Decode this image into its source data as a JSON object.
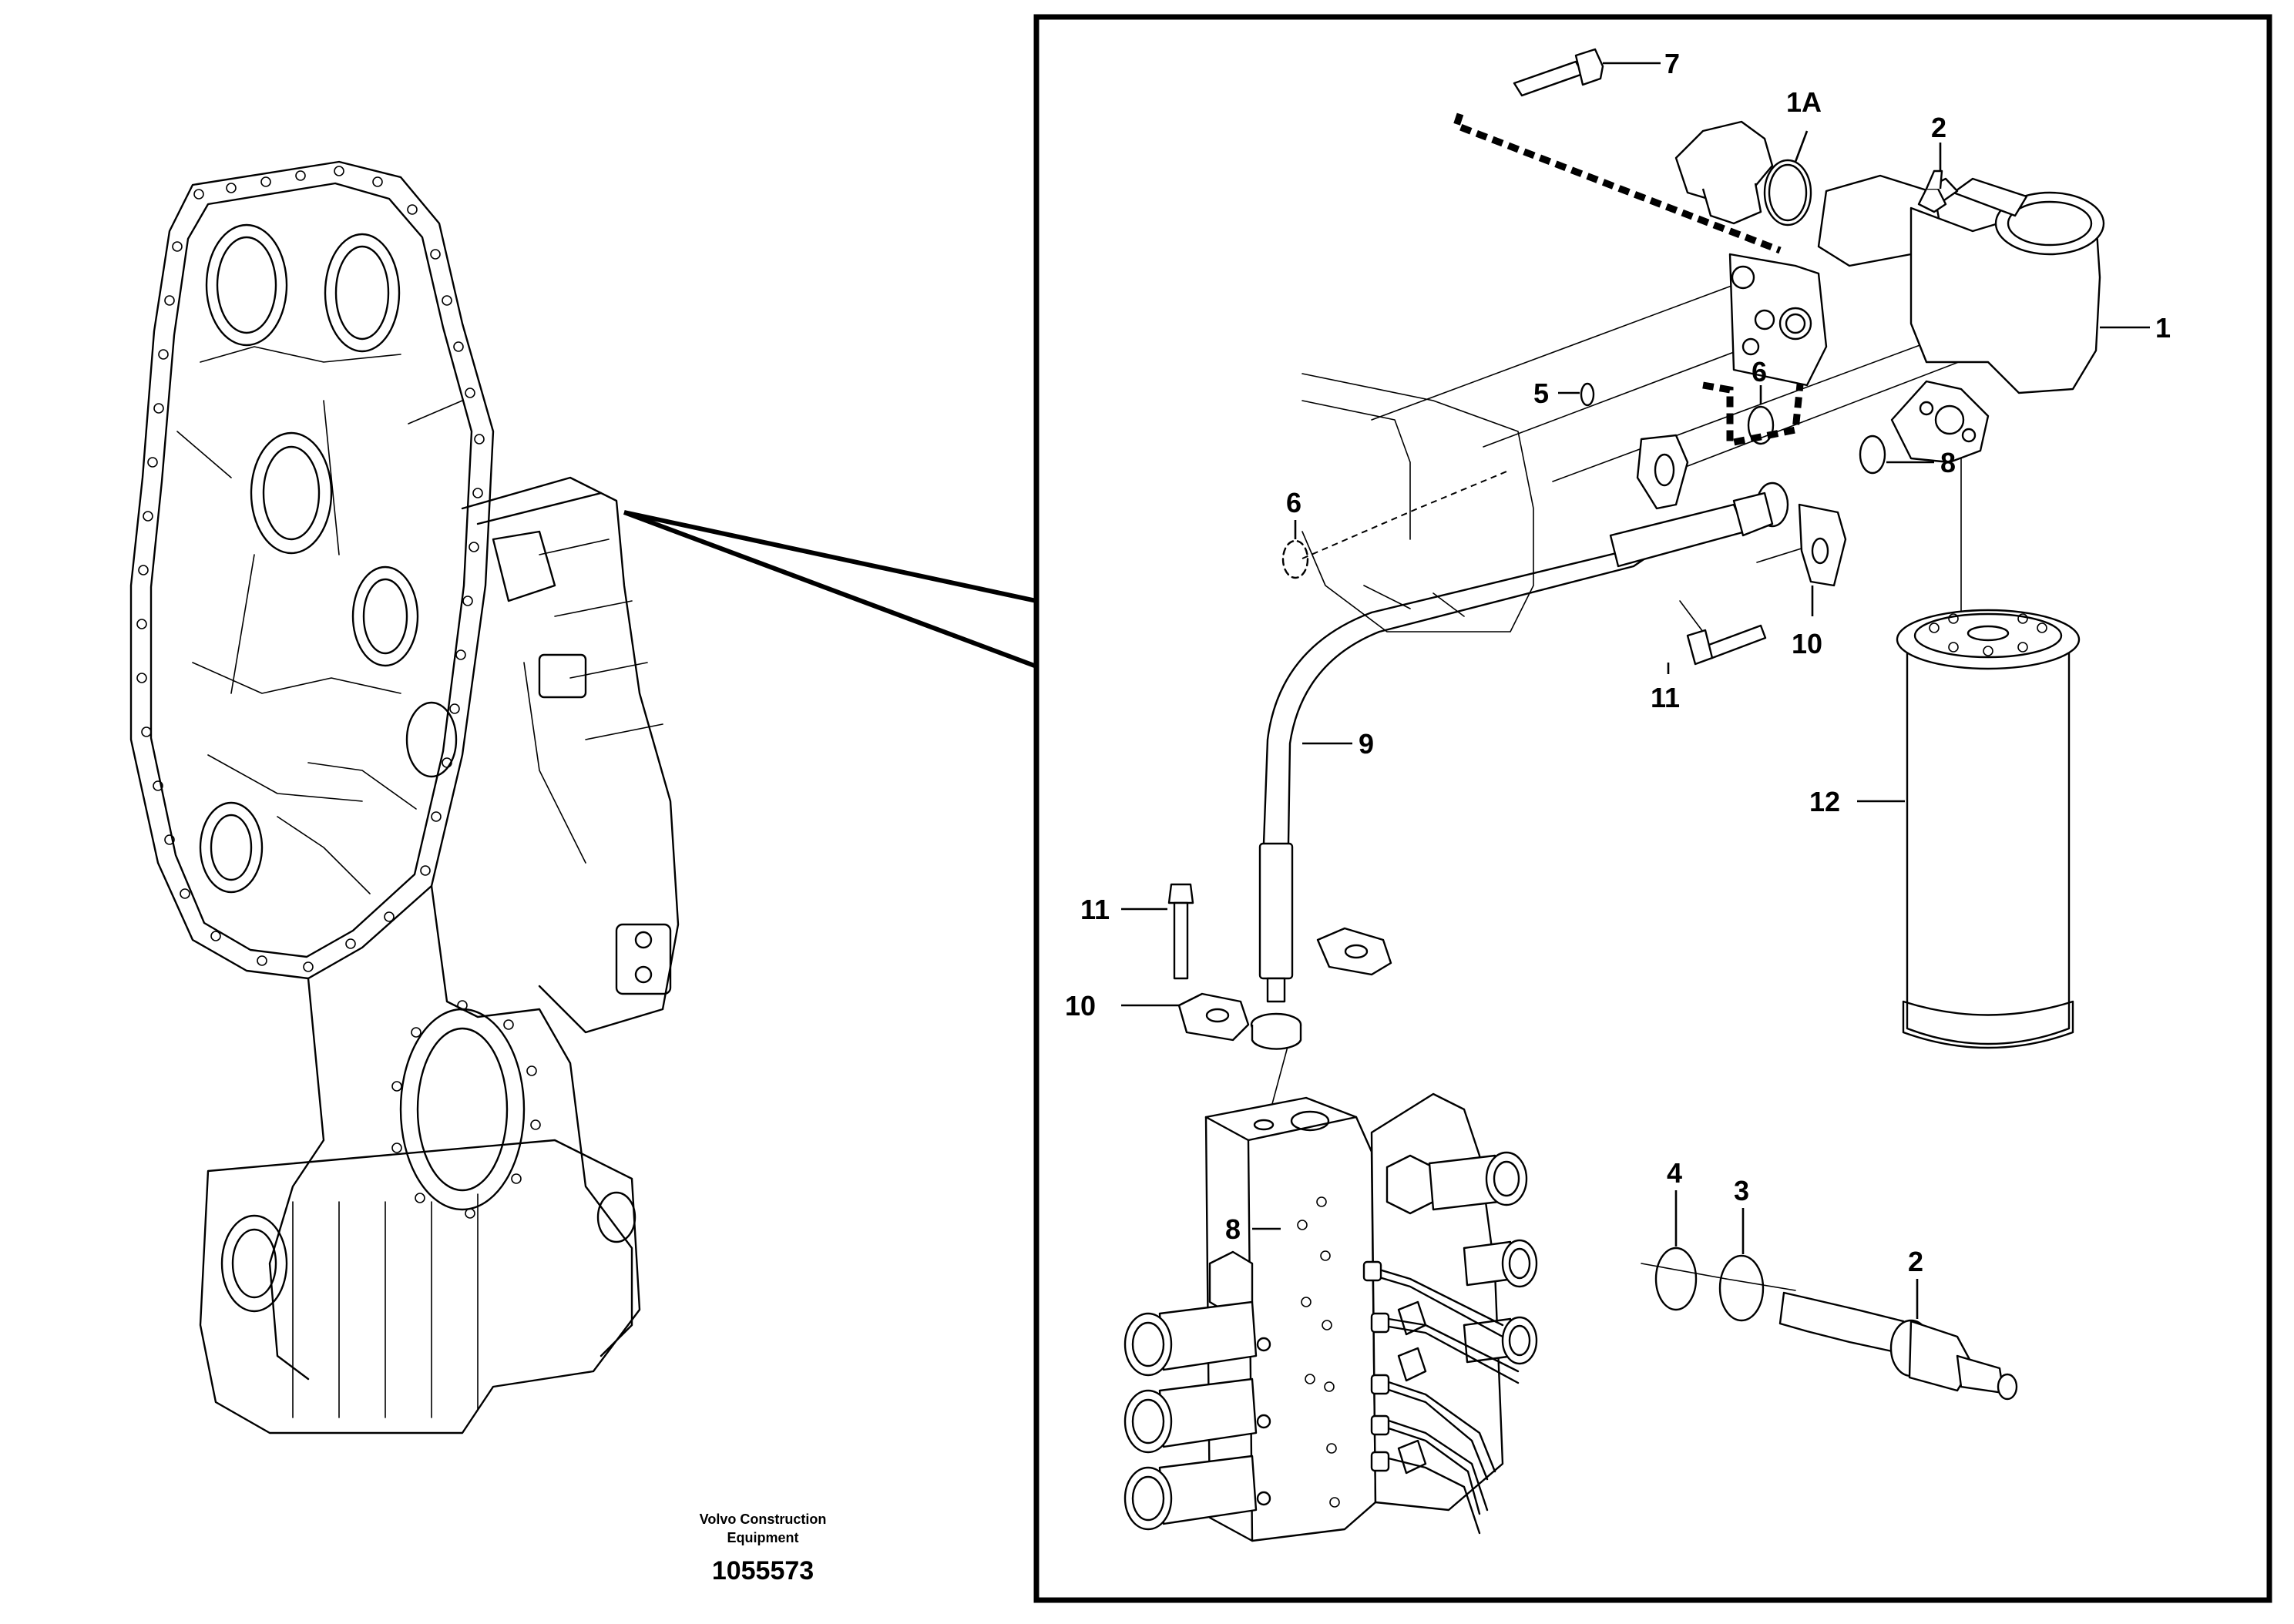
{
  "caption": {
    "line1": "Volvo Construction",
    "line2": "Equipment",
    "number": "1055573"
  },
  "callouts": {
    "c1": "1",
    "c1a": "1A",
    "c2a": "2",
    "c2b": "2",
    "c3": "3",
    "c4": "4",
    "c5": "5",
    "c6a": "6",
    "c6b": "6",
    "c7": "7",
    "c8a": "8",
    "c8b": "8",
    "c9": "9",
    "c10a": "10",
    "c10b": "10",
    "c11a": "11",
    "c11b": "11",
    "c12": "12"
  }
}
